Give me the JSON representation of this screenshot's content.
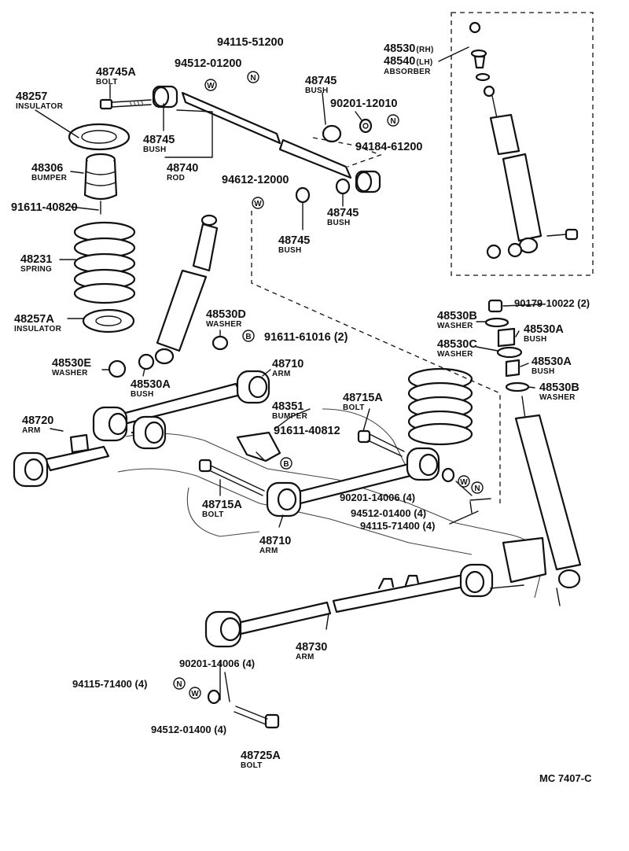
{
  "figure_code": "MC 7407-C",
  "labels": {
    "p48745A": {
      "num": "48745A",
      "cap": "BOLT"
    },
    "p94115_51200": {
      "num": "94115-51200"
    },
    "p94512_01200": {
      "num": "94512-01200"
    },
    "p48257": {
      "num": "48257",
      "cap": "INSULATOR"
    },
    "p48745_bush_a": {
      "num": "48745",
      "cap": "BUSH"
    },
    "p48740": {
      "num": "48740",
      "cap": "ROD"
    },
    "p48745_bush_b": {
      "num": "48745",
      "cap": "BUSH"
    },
    "p90201_12010": {
      "num": "90201-12010"
    },
    "p94184_61200": {
      "num": "94184-61200"
    },
    "p48306": {
      "num": "48306",
      "cap": "BUMPER"
    },
    "p91611_40820": {
      "num": "91611-40820"
    },
    "p94612_12000": {
      "num": "94612-12000"
    },
    "p48745_bush_c": {
      "num": "48745",
      "cap": "BUSH"
    },
    "p48745_bush_d": {
      "num": "48745",
      "cap": "BUSH"
    },
    "p48231": {
      "num": "48231",
      "cap": "SPRING"
    },
    "p48257A": {
      "num": "48257A",
      "cap": "INSULATOR"
    },
    "p48530D": {
      "num": "48530D",
      "cap": "WASHER"
    },
    "p91611_61016": {
      "num": "91611-61016 (2)"
    },
    "p48530E": {
      "num": "48530E",
      "cap": "WASHER"
    },
    "p48530A_bush_left": {
      "num": "48530A",
      "cap": "BUSH"
    },
    "p48710_top": {
      "num": "48710",
      "cap": "ARM"
    },
    "p48351": {
      "num": "48351",
      "cap": "BUMPER"
    },
    "p91611_40812": {
      "num": "91611-40812"
    },
    "p48715A_top": {
      "num": "48715A",
      "cap": "BOLT"
    },
    "p48720": {
      "num": "48720",
      "cap": "ARM"
    },
    "p48715A_bottom": {
      "num": "48715A",
      "cap": "BOLT"
    },
    "p48710_bottom": {
      "num": "48710",
      "cap": "ARM"
    },
    "p90201_14006_mid": {
      "num": "90201-14006 (4)"
    },
    "p94512_01400_mid": {
      "num": "94512-01400 (4)"
    },
    "p94115_71400_mid": {
      "num": "94115-71400 (4)"
    },
    "p48730": {
      "num": "48730",
      "cap": "ARM"
    },
    "p90201_14006_bot": {
      "num": "90201-14006 (4)"
    },
    "p94115_71400_bot": {
      "num": "94115-71400 (4)"
    },
    "p94512_01400_bot": {
      "num": "94512-01400 (4)"
    },
    "p48725A": {
      "num": "48725A",
      "cap": "BOLT"
    },
    "p48530_rh": {
      "num": "48530",
      "suffix": "(RH)"
    },
    "p48540_lh": {
      "num": "48540",
      "suffix": "(LH)",
      "cap": "ABSORBER"
    },
    "p90179_10022": {
      "num": "90179-10022 (2)"
    },
    "p48530B_top": {
      "num": "48530B",
      "cap": "WASHER"
    },
    "p48530A_bush_r1": {
      "num": "48530A",
      "cap": "BUSH"
    },
    "p48530C": {
      "num": "48530C",
      "cap": "WASHER"
    },
    "p48530A_bush_r2": {
      "num": "48530A",
      "cap": "BUSH"
    },
    "p48530B_bottom": {
      "num": "48530B",
      "cap": "WASHER"
    }
  },
  "symbols": {
    "washer": "W",
    "nut": "N",
    "bolt": "B"
  }
}
